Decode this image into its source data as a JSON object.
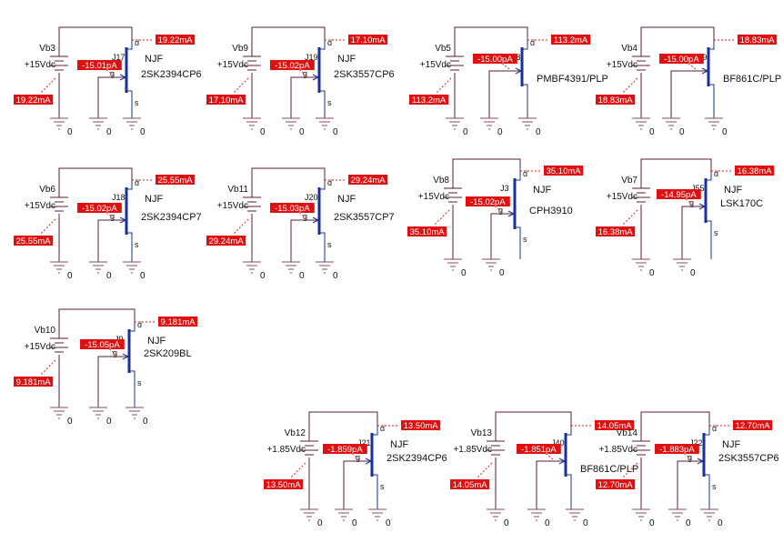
{
  "colors": {
    "probe": "#e01010",
    "wire": "#5a1c38",
    "fet": "#1a2f9a",
    "ground": "#8a4a60"
  },
  "circuits": [
    {
      "source": "Vb3",
      "voltage": "+15Vdc",
      "fet_ref": "J17",
      "fet_type": "NJF",
      "part": "2SK2394CP6",
      "drain_current": "19.22mA",
      "gate_current": "-15.01pA",
      "source_current": "19.22mA",
      "style": "njf",
      "gnd_labels": [
        "0",
        "0",
        "0"
      ],
      "pin_d": "d",
      "pin_g": "g",
      "pin_s": "s"
    },
    {
      "source": "Vb9",
      "voltage": "+15Vdc",
      "fet_ref": "J19",
      "fet_type": "NJF",
      "part": "2SK3557CP6",
      "drain_current": "17.10mA",
      "gate_current": "-15.02pA",
      "source_current": "17.10mA",
      "style": "njf",
      "gnd_labels": [
        "0",
        "0",
        "0"
      ],
      "pin_d": "d",
      "pin_g": "g",
      "pin_s": "s"
    },
    {
      "source": "Vb5",
      "voltage": "+15Vdc",
      "fet_ref": "J38",
      "fet_type": "",
      "part": "PMBF4391/PLP",
      "drain_current": "113.2mA",
      "gate_current": "-15.00pA",
      "source_current": "113.2mA",
      "style": "plp",
      "gnd_labels": [
        "0",
        "0",
        "0"
      ],
      "pin_d": "d",
      "pin_g": "",
      "pin_s": ""
    },
    {
      "source": "Vb4",
      "voltage": "+15Vdc",
      "fet_ref": "J39",
      "fet_type": "",
      "part": "BF861C/PLP",
      "drain_current": "18.83mA",
      "gate_current": "-15.00pA",
      "source_current": "18.83mA",
      "style": "plp",
      "gnd_labels": [
        "0",
        "0",
        "0"
      ],
      "pin_d": "",
      "pin_g": "",
      "pin_s": ""
    },
    {
      "source": "Vb6",
      "voltage": "+15Vdc",
      "fet_ref": "J18",
      "fet_type": "NJF",
      "part": "2SK2394CP7",
      "drain_current": "25.55mA",
      "gate_current": "-15.02pA",
      "source_current": "25.55mA",
      "style": "njf",
      "gnd_labels": [
        "0",
        "0",
        "0"
      ],
      "pin_d": "d",
      "pin_g": "g",
      "pin_s": "s"
    },
    {
      "source": "Vb11",
      "voltage": "+15Vdc",
      "fet_ref": "J20",
      "fet_type": "NJF",
      "part": "2SK3557CP7",
      "drain_current": "29.24mA",
      "gate_current": "-15.03pA",
      "source_current": "29.24mA",
      "style": "njf",
      "gnd_labels": [
        "0",
        "0",
        "0"
      ],
      "pin_d": "d",
      "pin_g": "g",
      "pin_s": "s"
    },
    {
      "source": "Vb8",
      "voltage": "+15Vdc",
      "fet_ref": "J3",
      "fet_type": "NJF",
      "part": "CPH3910",
      "drain_current": "35.10mA",
      "gate_current": "-15.02pA",
      "source_current": "35.10mA",
      "style": "njf",
      "gnd_labels": [
        "0",
        "0"
      ],
      "pin_d": "d",
      "pin_g": "g",
      "pin_s": "s"
    },
    {
      "source": "Vb7",
      "voltage": "+15Vdc",
      "fet_ref": "J55",
      "fet_type": "NJF",
      "part": "LSK170C",
      "drain_current": "16.38mA",
      "gate_current": "-14.95pA",
      "source_current": "16.38mA",
      "style": "njf",
      "gnd_labels": [
        "0",
        "0"
      ],
      "pin_d": "d",
      "pin_g": "g",
      "pin_s": "s"
    },
    {
      "source": "Vb10",
      "voltage": "+15Vdc",
      "fet_ref": "J9",
      "fet_type": "NJF",
      "part": "2SK209BL",
      "drain_current": "9.181mA",
      "gate_current": "-15.05pA",
      "source_current": "9.181mA",
      "style": "njf",
      "gnd_labels": [
        "0",
        "0",
        "0"
      ],
      "pin_d": "d",
      "pin_g": "g",
      "pin_s": "s"
    },
    {
      "source": "Vb12",
      "voltage": "+1.85Vdc",
      "fet_ref": "J21",
      "fet_type": "NJF",
      "part": "2SK2394CP6",
      "drain_current": "13.50mA",
      "gate_current": "-1.859pA",
      "source_current": "13.50mA",
      "style": "njf",
      "gnd_labels": [
        "0",
        "0",
        "0"
      ],
      "pin_d": "d",
      "pin_g": "g",
      "pin_s": "s"
    },
    {
      "source": "Vb13",
      "voltage": "+1.85Vdc",
      "fet_ref": "J40",
      "fet_type": "",
      "part": "BF861C/PLP",
      "drain_current": "14.05mA",
      "gate_current": "-1.851pA",
      "source_current": "14.05mA",
      "style": "plp",
      "gnd_labels": [
        "0",
        "0",
        "0"
      ],
      "pin_d": "",
      "pin_g": "",
      "pin_s": ""
    },
    {
      "source": "Vb14",
      "voltage": "+1.85Vdc",
      "fet_ref": "J22",
      "fet_type": "NJF",
      "part": "2SK3557CP6",
      "drain_current": "12.70mA",
      "gate_current": "-1.883pA",
      "source_current": "12.70mA",
      "style": "njf",
      "gnd_labels": [
        "0",
        "0",
        "0"
      ],
      "pin_d": "d",
      "pin_g": "g",
      "pin_s": "s"
    }
  ]
}
